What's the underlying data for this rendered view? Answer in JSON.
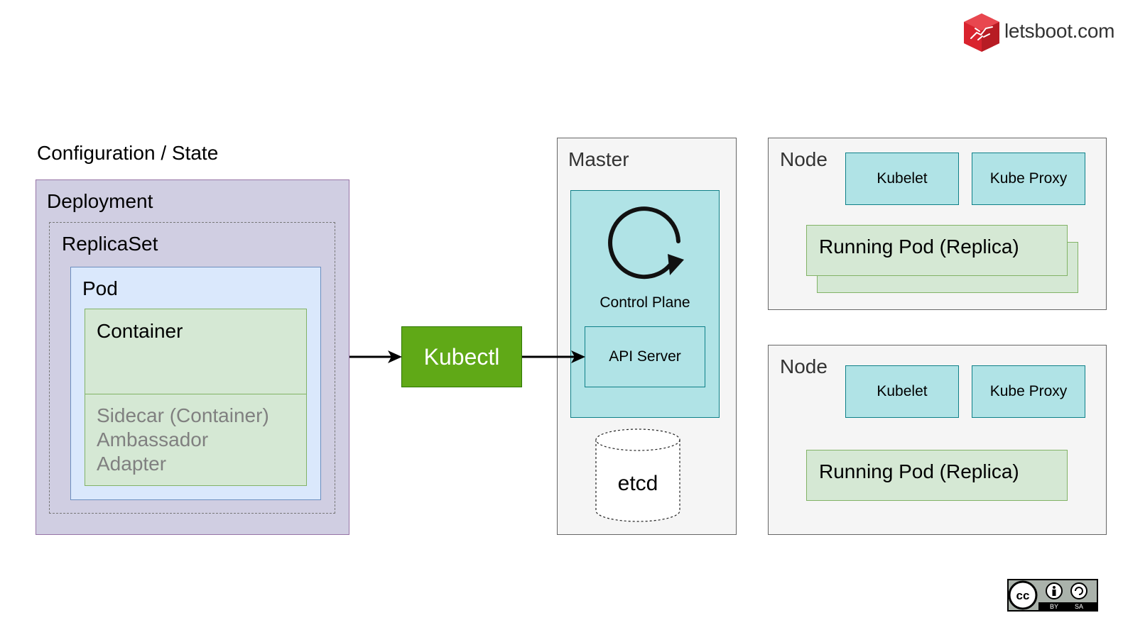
{
  "brand": {
    "name": "letsboot.com"
  },
  "config": {
    "title": "Configuration / State",
    "deployment": "Deployment",
    "replicaset": "ReplicaSet",
    "pod": "Pod",
    "container": "Container",
    "sidecar_lines": [
      "Sidecar (Container)",
      "Ambassador",
      "Adapter"
    ]
  },
  "kubectl": {
    "label": "Kubectl"
  },
  "master": {
    "label": "Master",
    "control_plane": "Control Plane",
    "api_server": "API Server",
    "etcd": "etcd"
  },
  "nodes": [
    {
      "label": "Node",
      "kubelet": "Kubelet",
      "kube_proxy": "Kube Proxy",
      "pod": "Running Pod (Replica)"
    },
    {
      "label": "Node",
      "kubelet": "Kubelet",
      "kube_proxy": "Kube Proxy",
      "pod": "Running Pod (Replica)"
    }
  ],
  "license": {
    "badge": "cc-by-sa-badge",
    "by": "BY",
    "sa": "SA"
  },
  "colors": {
    "deployment": "#d0cee2",
    "pod": "#dae8fc",
    "container": "#d5e8d4",
    "kubectl": "#60a917",
    "teal": "#b0e3e6",
    "node": "#f5f5f5",
    "logo": "#d9232e"
  }
}
